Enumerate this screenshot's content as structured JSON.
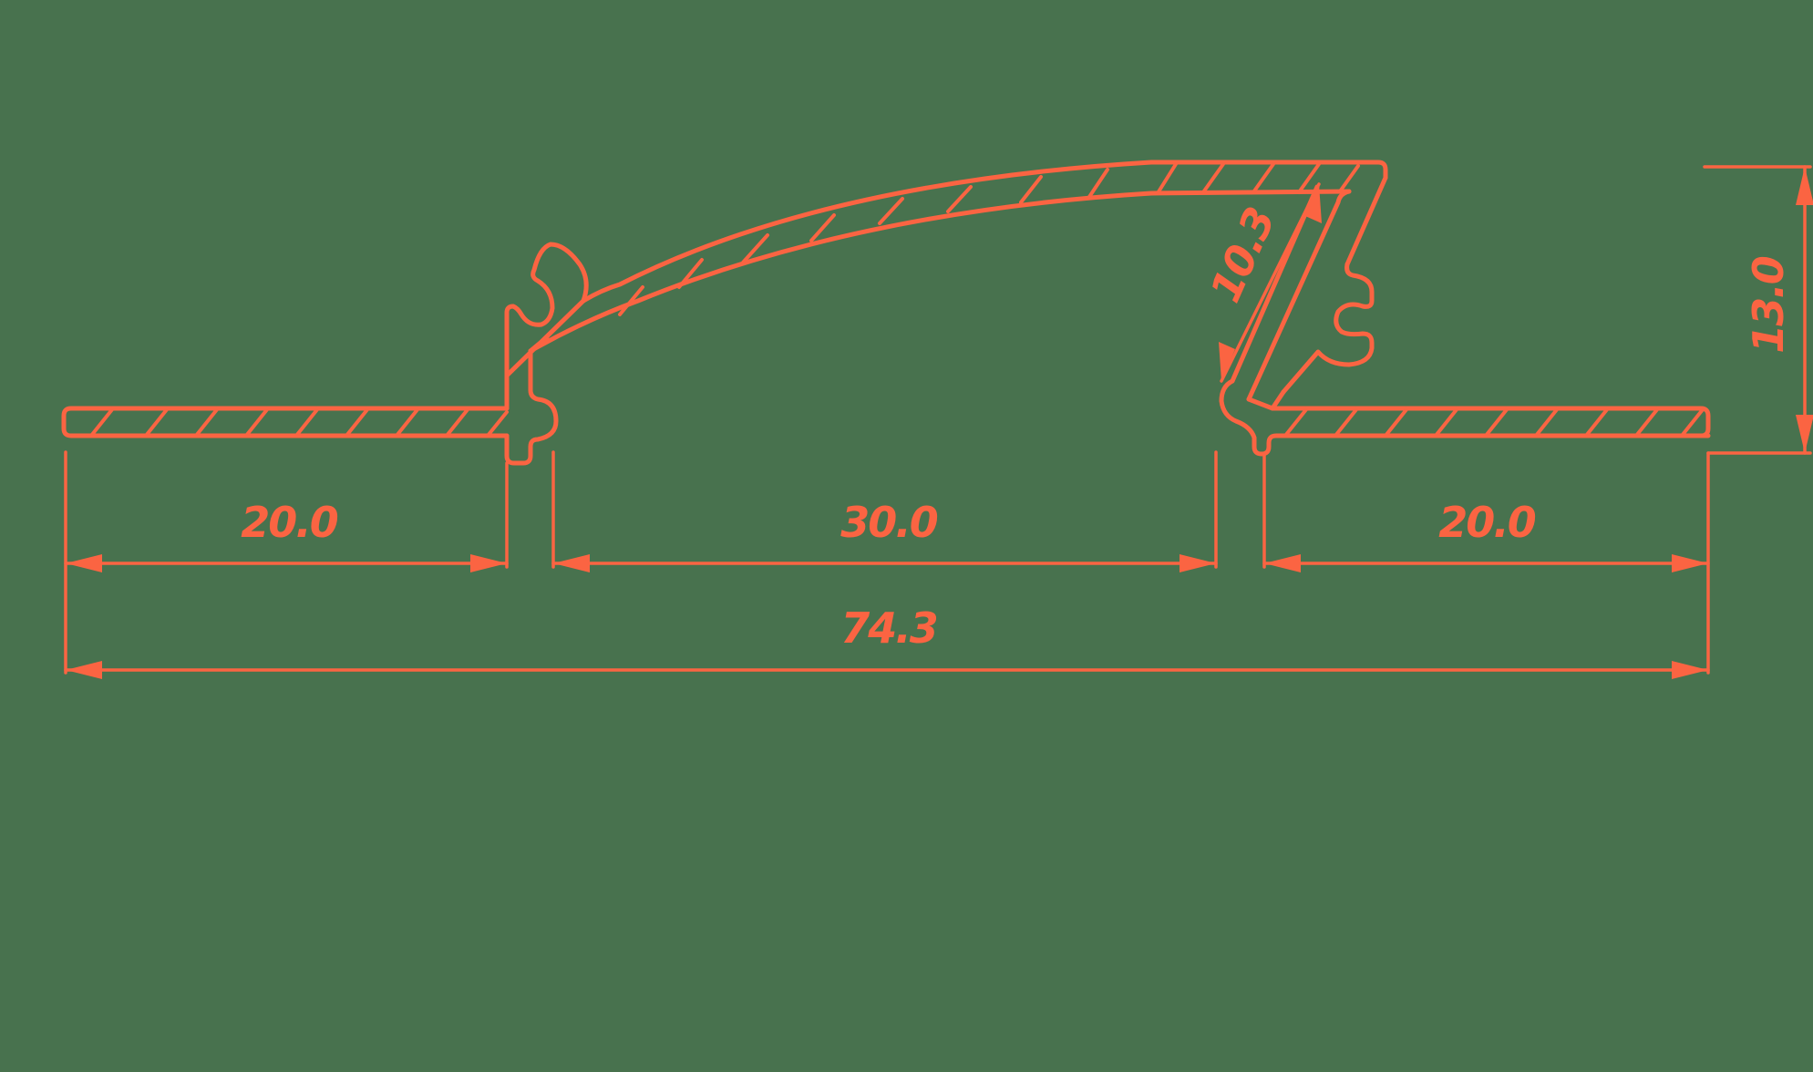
{
  "colors": {
    "background": "#48724e",
    "ink": "#fb6442"
  },
  "drawing": {
    "title": "",
    "type": "profile-cross-section",
    "dimensions": {
      "left_flange": {
        "label": "20.0",
        "value": 20.0
      },
      "center_opening": {
        "label": "30.0",
        "value": 30.0
      },
      "right_flange": {
        "label": "20.0",
        "value": 20.0
      },
      "overall_width": {
        "label": "74.3",
        "value": 74.3
      },
      "overall_height": {
        "label": "13.0",
        "value": 13.0
      },
      "diagonal_leg": {
        "label": "10.3",
        "value": 10.3
      }
    }
  }
}
